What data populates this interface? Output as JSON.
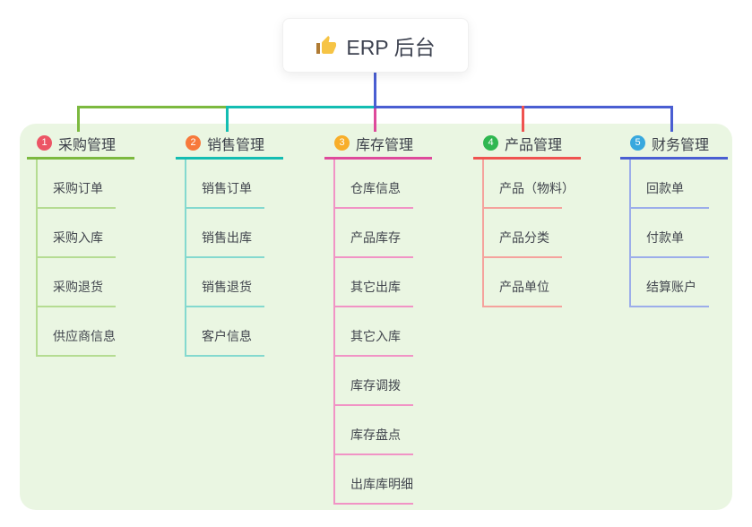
{
  "root": {
    "title": "ERP 后台",
    "icon": "thumbs-up-icon"
  },
  "colors": {
    "canvas_bg": "#ffffff",
    "panel_bg": "#eaf6e2",
    "root_line": "#4a5ed2",
    "root_text": "#3d4250"
  },
  "branches": [
    {
      "num": "1",
      "title": "采购管理",
      "badge_color": "#ec5565",
      "accent": "#7cb93f",
      "light": "#b5dc92",
      "items": [
        "采购订单",
        "采购入库",
        "采购退货",
        "供应商信息"
      ]
    },
    {
      "num": "2",
      "title": "销售管理",
      "badge_color": "#f7793b",
      "accent": "#14bdb2",
      "light": "#84d9cf",
      "items": [
        "销售订单",
        "销售出库",
        "销售退货",
        "客户信息"
      ]
    },
    {
      "num": "3",
      "title": "库存管理",
      "badge_color": "#f8ae29",
      "accent": "#de4a9b",
      "light": "#f193c5",
      "items": [
        "仓库信息",
        "产品库存",
        "其它出库",
        "其它入库",
        "库存调拨",
        "库存盘点",
        "出库库明细"
      ]
    },
    {
      "num": "4",
      "title": "产品管理",
      "badge_color": "#2fb750",
      "accent": "#ef5350",
      "light": "#f5a29d",
      "items": [
        "产品（物料）",
        "产品分类",
        "产品单位"
      ]
    },
    {
      "num": "5",
      "title": "财务管理",
      "badge_color": "#38a8de",
      "accent": "#4a5ed2",
      "light": "#9cadea",
      "items": [
        "回款单",
        "付款单",
        "结算账户"
      ]
    }
  ]
}
